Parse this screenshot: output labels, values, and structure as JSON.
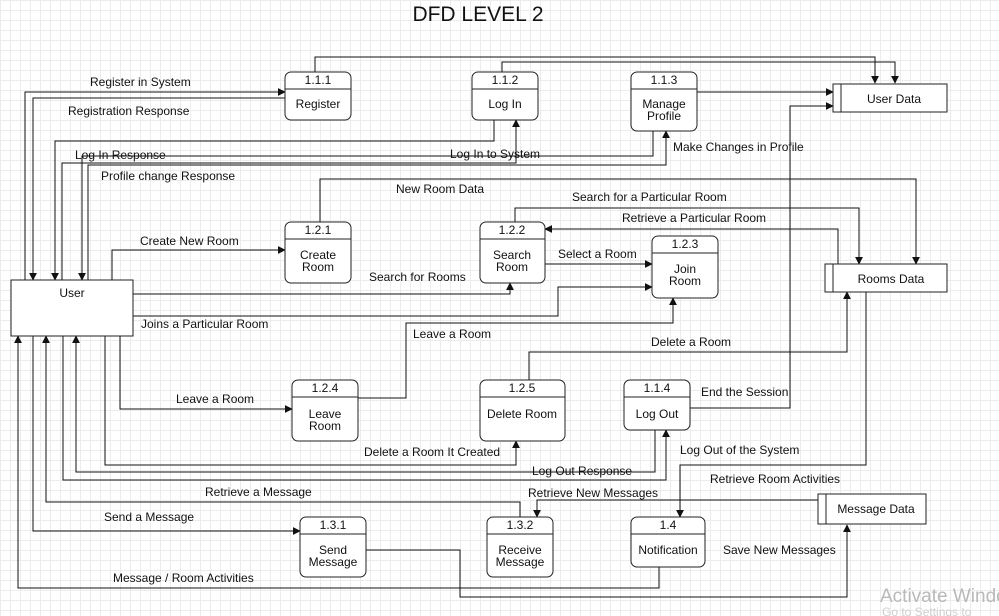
{
  "title": "DFD LEVEL 2",
  "entity": {
    "user": "User"
  },
  "stores": {
    "user_data": "User Data",
    "rooms_data": "Rooms Data",
    "message_data": "Message Data"
  },
  "processes": {
    "p111": {
      "id": "1.1.1",
      "name": "Register"
    },
    "p112": {
      "id": "1.1.2",
      "name": "Log In"
    },
    "p113": {
      "id": "1.1.3",
      "name": [
        "Manage",
        "Profile"
      ]
    },
    "p121": {
      "id": "1.2.1",
      "name": [
        "Create",
        "Room"
      ]
    },
    "p122": {
      "id": "1.2.2",
      "name": [
        "Search",
        "Room"
      ]
    },
    "p123": {
      "id": "1.2.3",
      "name": [
        "Join",
        "Room"
      ]
    },
    "p124": {
      "id": "1.2.4",
      "name": [
        "Leave",
        "Room"
      ]
    },
    "p125": {
      "id": "1.2.5",
      "name": "Delete Room"
    },
    "p114": {
      "id": "1.1.4",
      "name": "Log Out"
    },
    "p131": {
      "id": "1.3.1",
      "name": [
        "Send",
        "Message"
      ]
    },
    "p132": {
      "id": "1.3.2",
      "name": [
        "Receive",
        "Message"
      ]
    },
    "p14": {
      "id": "1.4",
      "name": "Notification"
    }
  },
  "flows": {
    "register_in_system": "Register in System",
    "registration_response": "Registration Response",
    "log_in_response": "Log In Response",
    "log_in_to_system": "Log In to System",
    "make_changes_in_profile": "Make Changes in Profile",
    "profile_change_response": "Profile change Response",
    "new_room_data": "New Room Data",
    "search_particular_room": "Search for a Particular Room",
    "retrieve_particular_room": "Retrieve a Particular Room",
    "create_new_room": "Create New Room",
    "select_a_room": "Select a Room",
    "search_for_rooms": "Search for Rooms",
    "joins_particular_room": "Joins a Particular Room",
    "leave_a_room_1": "Leave a Room",
    "leave_a_room_2": "Leave a Room",
    "delete_a_room": "Delete a Room",
    "end_the_session": "End the Session",
    "delete_room_it_created": "Delete a Room It Created",
    "log_out_of_system": "Log Out of the System",
    "log_out_response": "Log Out Response",
    "retrieve_room_activities": "Retrieve Room Activities",
    "retrieve_a_message": "Retrieve a Message",
    "retrieve_new_messages": "Retrieve New Messages",
    "send_a_message": "Send a Message",
    "save_new_messages": "Save New Messages",
    "message_room_activities": "Message / Room  Activities"
  },
  "watermark": {
    "line1": "Activate Windo",
    "line2": "Go to Settings to"
  }
}
